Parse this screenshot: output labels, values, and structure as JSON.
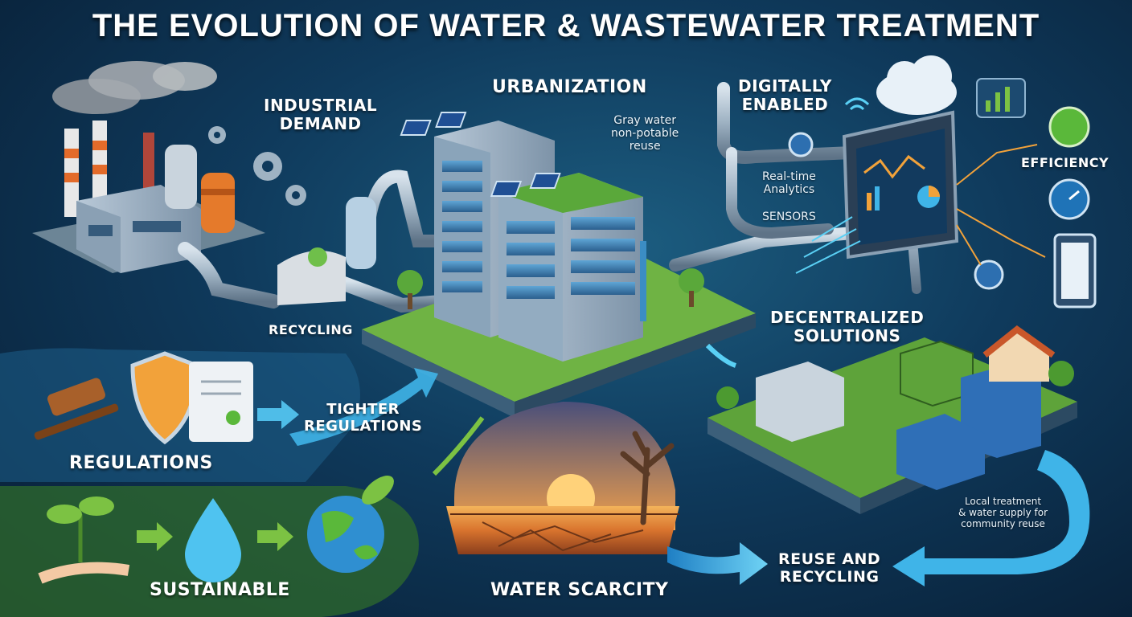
{
  "title": "THE EVOLUTION OF WATER & WASTEWATER TREATMENT",
  "labels": {
    "industrial_demand": "INDUSTRIAL\nDEMAND",
    "urbanization": "URBANIZATION",
    "digitally_enabled": "DIGITALLY\nENABLED",
    "efficiency": "EFFICIENCY",
    "recycling": "RECYCLING",
    "decentralized_solutions": "DECENTRALIZED\nSOLUTIONS",
    "tighter_regulations": "TIGHTER\nREGULATIONS",
    "regulations": "REGULATIONS",
    "sustainable": "SUSTAINABLE",
    "water_scarcity": "WATER SCARCITY",
    "reuse_and_recycling": "REUSE AND\nRECYCLING"
  },
  "notes": {
    "gray_water": "Gray water\nnon-potable\nreuse",
    "real_time_analytics": "Real-time\nAnalytics",
    "sensors": "SENSORS",
    "local_treatment": "Local treatment\n& water supply for\ncommunity reuse"
  },
  "colors": {
    "accent_blue": "#3fb4e8",
    "accent_green": "#7cc243",
    "orange": "#f08a2a"
  },
  "icons": [
    "factory-icon",
    "gear-icon",
    "recycle-icon",
    "building-icon",
    "solar-panel-icon",
    "cloud-icon",
    "wifi-icon",
    "monitor-icon",
    "chart-icon",
    "battery-icon",
    "gauge-icon",
    "tablet-icon",
    "gavel-icon",
    "shield-icon",
    "document-icon",
    "sprout-icon",
    "water-drop-icon",
    "globe-icon",
    "dead-tree-icon",
    "container-icon",
    "house-icon"
  ]
}
